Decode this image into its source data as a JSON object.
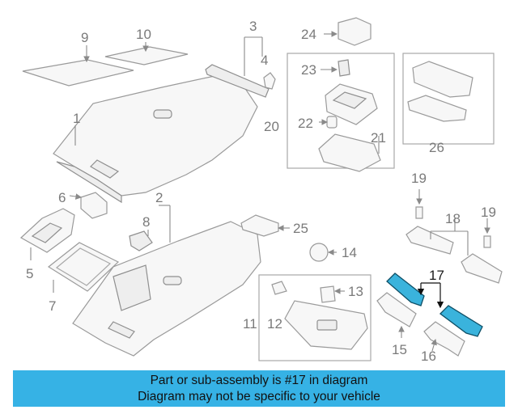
{
  "callouts": [
    "1",
    "2",
    "3",
    "4",
    "5",
    "6",
    "7",
    "8",
    "9",
    "10",
    "11",
    "12",
    "13",
    "14",
    "15",
    "16",
    "17",
    "18",
    "19",
    "20",
    "21",
    "22",
    "23",
    "24",
    "25",
    "26"
  ],
  "highlight": {
    "part_number": "17",
    "color": "#3ab3dc",
    "banner_color": "#36b2e5"
  },
  "banner": {
    "line1": "Part or sub-assembly is #17 in diagram",
    "line2": "Diagram may not be specific to your vehicle"
  }
}
